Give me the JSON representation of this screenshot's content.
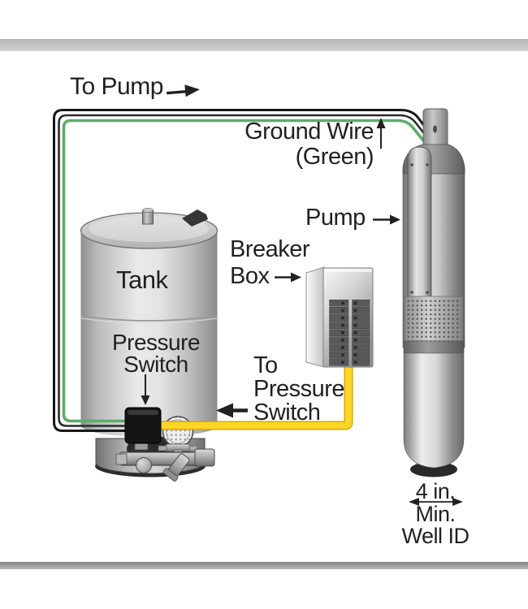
{
  "frame": {
    "top_band_color": "#c3c4c5",
    "bottom_band_color": "#919293"
  },
  "diagram": {
    "text_color": "#231f20",
    "labels": {
      "to_pump": "To Pump",
      "ground_wire": {
        "line1": "Ground Wire",
        "line2": "(Green)"
      },
      "pump": "Pump",
      "breaker_box": {
        "line1": "Breaker",
        "line2": "Box"
      },
      "tank": "Tank",
      "pressure_switch": {
        "line1": "Pressure",
        "line2": "Switch"
      },
      "to_pressure_switch": {
        "line1": "To",
        "line2": "Pressure",
        "line3": "Switch"
      },
      "well_id": {
        "line1": "4 in.",
        "line2": "Min.",
        "line3": "Well ID"
      }
    },
    "wires": {
      "hot_wire_color": "#1e1e20",
      "ground_wire_color": "#5cad68",
      "pressure_switch_wire_color": "#ffd21e"
    },
    "icons": {
      "to_pump_arrow": "arrow-right",
      "ground_wire_arrow": "arrow-up",
      "pump_arrow": "arrow-right",
      "breaker_box_arrow": "arrow-right",
      "pressure_switch_arrow": "arrow-down",
      "to_pressure_switch_arrow": "arrow-left",
      "well_width_arrow": "arrow-left-right"
    }
  }
}
